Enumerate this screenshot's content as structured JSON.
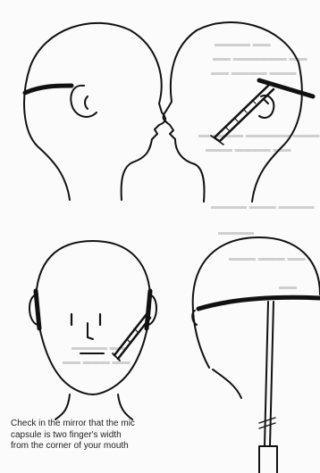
{
  "document": {
    "caption_lines": [
      "Check in the mirror that the mic",
      "capsule is two finger's width",
      "from the corner of your mouth"
    ],
    "colors": {
      "ink": "#111111",
      "paper": "#fbfbfb",
      "bleed_through": "#cfcfcf"
    }
  }
}
